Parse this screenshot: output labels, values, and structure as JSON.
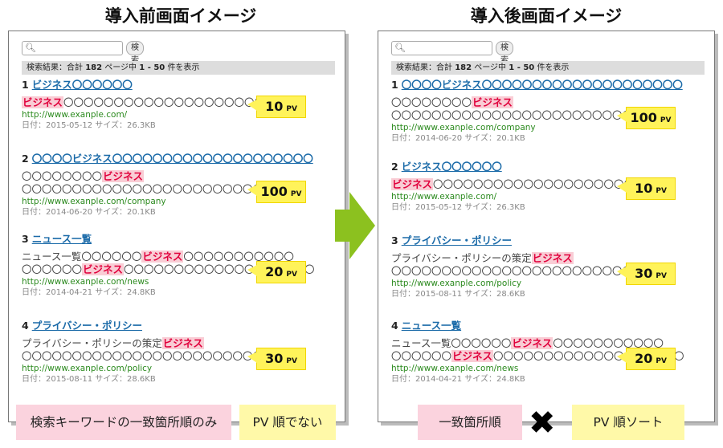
{
  "left": {
    "heading": "導入前画面イメージ",
    "search_button": "検索",
    "summary": {
      "pre": "検索結果：合計",
      "total": "182",
      "mid": "ページ中",
      "range": "1 - 50",
      "post": "件を表示"
    },
    "results": [
      {
        "num": "1",
        "title": "ビジネス〇〇〇〇〇〇",
        "lines": [
          [
            "|ビジネス|〇〇〇〇〇〇〇〇〇〇〇〇〇〇〇〇〇〇〇〇〇〇"
          ]
        ],
        "url": "http://www.exanple.com/",
        "meta": "日付：2015-05-12 サイズ：26.3KB",
        "pv": "10"
      },
      {
        "num": "2",
        "title": "〇〇〇〇ビジネス〇〇〇〇〇〇〇〇〇〇〇〇〇〇〇〇〇〇〇〇",
        "lines": [
          [
            "〇〇〇〇〇〇〇〇|ビジネス|"
          ],
          [
            "〇〇〇〇〇〇〇〇〇〇〇〇〇〇〇〇〇〇〇〇〇〇〇〇〇〇〇"
          ]
        ],
        "url": "http://www.exanple.com/company",
        "meta": "日付：2014-06-20 サイズ：20.1KB",
        "pv": "100"
      },
      {
        "num": "3",
        "title": "ニュース一覧",
        "lines": [
          [
            "ニュース一覧〇〇〇〇〇〇|ビジネス|〇〇〇〇〇〇〇〇〇〇〇"
          ],
          [
            "〇〇〇〇〇〇|ビジネス|〇〇〇〇〇〇〇〇〇〇〇〇〇〇〇〇〇〇〇"
          ]
        ],
        "url": "http://www.exanple.com/news",
        "meta": "日付：2014-04-21 サイズ：24.8KB",
        "pv": "20"
      },
      {
        "num": "4",
        "title": "プライバシー・ポリシー",
        "lines": [
          [
            "プライバシー・ポリシーの策定|ビジネス|"
          ],
          [
            "〇〇〇〇〇〇〇〇〇〇〇〇〇〇〇〇〇〇〇〇〇〇〇〇〇〇〇"
          ]
        ],
        "url": "http://www.exanple.com/policy",
        "meta": "日付：2015-08-11 サイズ：28.6KB",
        "pv": "30"
      }
    ],
    "caption1": "検索キーワードの一致箇所順のみ",
    "caption2": "PV 順でない"
  },
  "right": {
    "heading": "導入後画面イメージ",
    "search_button": "検索",
    "summary": {
      "pre": "検索結果：合計",
      "total": "182",
      "mid": "ページ中",
      "range": "1 - 50",
      "post": "件を表示"
    },
    "results": [
      {
        "num": "1",
        "title": "〇〇〇〇ビジネス〇〇〇〇〇〇〇〇〇〇〇〇〇〇〇〇〇〇〇〇",
        "lines": [
          [
            "〇〇〇〇〇〇〇〇|ビジネス|"
          ],
          [
            "〇〇〇〇〇〇〇〇〇〇〇〇〇〇〇〇〇〇〇〇〇〇〇〇〇〇〇"
          ]
        ],
        "url": "http://www.exanple.com/company",
        "meta": "日付：2014-06-20 サイズ：20.1KB",
        "pv": "100"
      },
      {
        "num": "2",
        "title": "ビジネス〇〇〇〇〇〇",
        "lines": [
          [
            "|ビジネス|〇〇〇〇〇〇〇〇〇〇〇〇〇〇〇〇〇〇〇〇〇〇"
          ]
        ],
        "url": "http://www.exanple.com/",
        "meta": "日付：2015-05-12 サイズ：26.3KB",
        "pv": "10"
      },
      {
        "num": "3",
        "title": "プライバシー・ポリシー",
        "lines": [
          [
            "プライバシー・ポリシーの策定|ビジネス|"
          ],
          [
            "〇〇〇〇〇〇〇〇〇〇〇〇〇〇〇〇〇〇〇〇〇〇〇〇〇〇〇"
          ]
        ],
        "url": "http://www.exanple.com/policy",
        "meta": "日付：2015-08-11 サイズ：28.6KB",
        "pv": "30"
      },
      {
        "num": "4",
        "title": "ニュース一覧",
        "lines": [
          [
            "ニュース一覧〇〇〇〇〇〇|ビジネス|〇〇〇〇〇〇〇〇〇〇〇"
          ],
          [
            "〇〇〇〇〇〇|ビジネス|〇〇〇〇〇〇〇〇〇〇〇〇〇〇〇〇〇〇〇"
          ]
        ],
        "url": "http://www.exanple.com/news",
        "meta": "日付：2014-04-21 サイズ：24.8KB",
        "pv": "20"
      }
    ],
    "caption1": "一致箇所順",
    "caption2": "PV 順ソート"
  },
  "pv_unit": "PV",
  "colors": {
    "highlight_bg": "#f9cdd5",
    "highlight_text": "#e0003c",
    "pv_badge": "#fff35a",
    "arrow": "#8cc11f",
    "link": "#1a6aa8",
    "url": "#2b8a1e"
  },
  "icons": {
    "search": "magnifier-icon",
    "transition": "right-arrow-icon",
    "combine": "cross-icon"
  }
}
